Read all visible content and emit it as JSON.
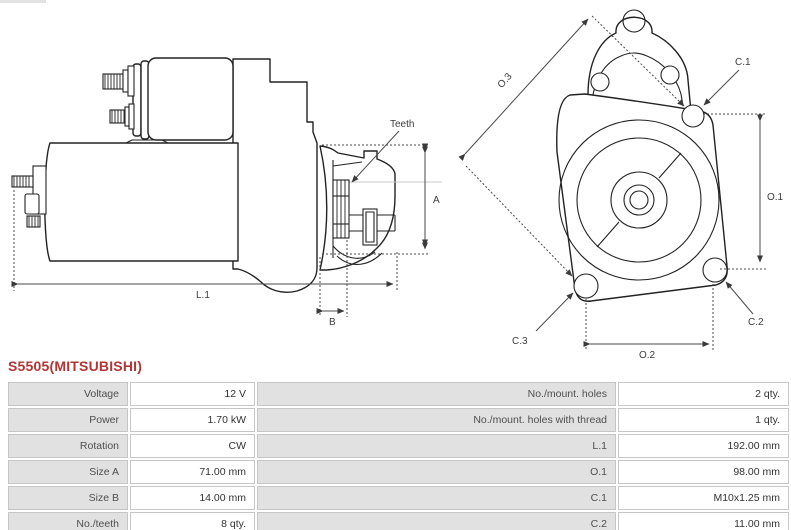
{
  "title": {
    "text": "S5505(MITSUBISHI)",
    "color": "#b13535"
  },
  "diagram": {
    "side_view": {
      "teeth_label": "Teeth",
      "dim_a": "A",
      "dim_b": "B",
      "dim_l1": "L.1"
    },
    "front_view": {
      "dim_o1": "O.1",
      "dim_o2": "O.2",
      "dim_o3": "O.3",
      "dim_c1": "C.1",
      "dim_c2": "C.2",
      "dim_c3": "C.3"
    }
  },
  "spec_table": {
    "colors": {
      "label_bg": "#e1e1e1",
      "value_bg": "#ffffff",
      "border": "#c6c6c6",
      "label_text": "#4f4f4f",
      "value_text": "#333333",
      "title_red": "#b13535"
    },
    "rows": [
      {
        "label_left": "Voltage",
        "value_left": "12 V",
        "label_right": "No./mount. holes",
        "value_right": "2 qty."
      },
      {
        "label_left": "Power",
        "value_left": "1.70 kW",
        "label_right": "No./mount. holes with thread",
        "value_right": "1 qty."
      },
      {
        "label_left": "Rotation",
        "value_left": "CW",
        "label_right": "L.1",
        "value_right": "192.00 mm"
      },
      {
        "label_left": "Size A",
        "value_left": "71.00 mm",
        "label_right": "O.1",
        "value_right": "98.00 mm"
      },
      {
        "label_left": "Size B",
        "value_left": "14.00 mm",
        "label_right": "C.1",
        "value_right": "M10x1.25 mm"
      },
      {
        "label_left": "No./teeth",
        "value_left": "8 qty.",
        "label_right": "C.2",
        "value_right": "11.00 mm"
      }
    ]
  }
}
